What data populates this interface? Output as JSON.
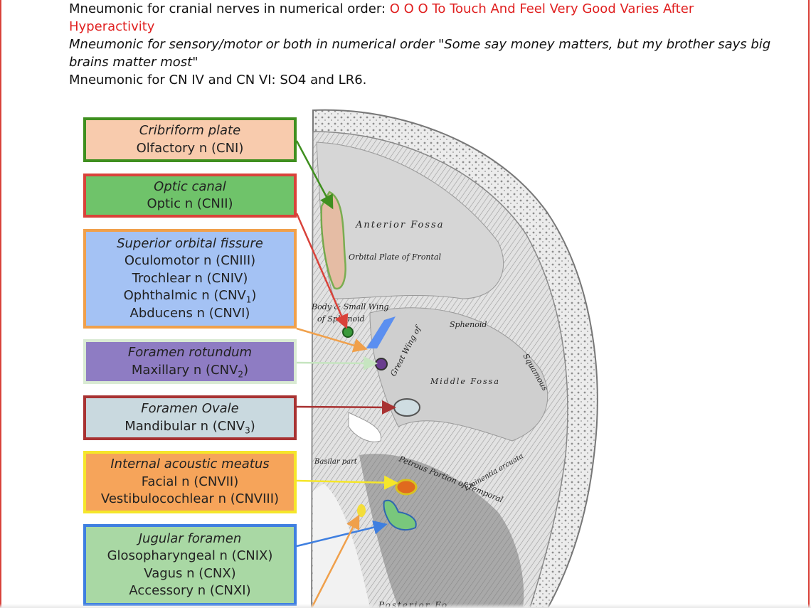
{
  "header": {
    "line1_prefix": "Mneumonic for cranial nerves in numerical order: ",
    "line1_red": "O O O To Touch And Feel Very Good Varies After Hyperactivity",
    "line2": "Mneumonic for sensory/motor or both in numerical order \"Some say money matters, but my brother says big brains matter most\"",
    "line3": "Mneumonic for CN IV and CN VI: SO4 and LR6."
  },
  "boxes": [
    {
      "title": "Cribriform plate",
      "lines": [
        "Olfactory n (CNI)"
      ],
      "fill": "#f8cbad",
      "border": "#3f8f1f"
    },
    {
      "title": "Optic canal",
      "lines": [
        "Optic n (CNII)"
      ],
      "fill": "#6fc36a",
      "border": "#d9423a"
    },
    {
      "title": "Superior orbital fissure",
      "lines": [
        "Oculomotor n (CNIII)",
        "Trochlear n (CNIV)",
        "Ophthalmic n (CNV1)",
        "Abducens n (CNVI)"
      ],
      "fill": "#a4c2f4",
      "border": "#f0a04b"
    },
    {
      "title": "Foramen rotundum",
      "lines": [
        "Maxillary n (CNV2)"
      ],
      "fill": "#8e7cc3",
      "border": "#d9ead3"
    },
    {
      "title": "Foramen Ovale",
      "lines": [
        "Mandibular n (CNV3)"
      ],
      "fill": "#c9d9df",
      "border": "#a83232"
    },
    {
      "title": "Internal acoustic meatus",
      "lines": [
        "Facial n (CNVII)",
        "Vestibulocochlear n (CNVIII)"
      ],
      "fill": "#f6a45a",
      "border": "#f5e62a"
    },
    {
      "title": "Jugular foramen",
      "lines": [
        "Glosopharyngeal n (CNIX)",
        "Vagus n (CNX)",
        "Accessory n (CNXI)"
      ],
      "fill": "#a9d8a4",
      "border": "#3f7fe0"
    }
  ],
  "skull_labels": {
    "anterior_fossa": "Anterior Fossa",
    "orbital_plate": "Orbital Plate of Frontal",
    "body_small_wing": "Body & Small Wing",
    "of_sphenoid": "of Sphenoid",
    "sphenoid": "Sphenoid",
    "great_wing": "Great Wing of",
    "middle_fossa": "Middle Fossa",
    "petrous": "Petrous Portion of Temporal",
    "basilar": "Basilar part",
    "eminentia": "Eminentia arcuata",
    "squamous": "Squamous",
    "posterior": "Posterior Fo"
  }
}
